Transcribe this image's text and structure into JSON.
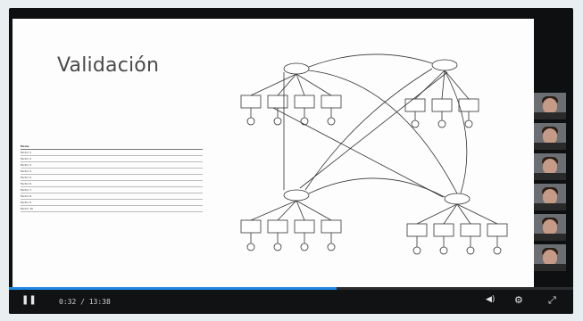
{
  "slide": {
    "title": "Validación",
    "table": {
      "header": [
        "Ítems",
        "",
        "",
        "",
        "",
        ""
      ],
      "rows": [
        [
          "Factor 1",
          "",
          "",
          "",
          "",
          ""
        ],
        [
          "Factor 2",
          "",
          "",
          "",
          "",
          ""
        ],
        [
          "Factor 3",
          "",
          "",
          "",
          "",
          ""
        ],
        [
          "Factor 4",
          "",
          "",
          "",
          "",
          ""
        ],
        [
          "Factor 5",
          "",
          "",
          "",
          "",
          ""
        ],
        [
          "Factor 6",
          "",
          "",
          "",
          "",
          ""
        ],
        [
          "Factor 7",
          "",
          "",
          "",
          "",
          ""
        ],
        [
          "Factor 8",
          "",
          "",
          "",
          "",
          ""
        ],
        [
          "Factor 9",
          "",
          "",
          "",
          "",
          ""
        ],
        [
          "Factor 10",
          "",
          "",
          "",
          "",
          ""
        ]
      ]
    }
  },
  "player": {
    "time_display": "0:32 / 13:38",
    "progress_fraction": 0.58,
    "icons": {
      "pause": "pause-icon",
      "volume": "volume-icon",
      "settings": "gear-icon",
      "fullscreen": "fullscreen-icon"
    }
  },
  "participants": [
    {
      "name": ""
    },
    {
      "name": ""
    },
    {
      "name": ""
    },
    {
      "name": ""
    },
    {
      "name": ""
    },
    {
      "name": ""
    }
  ]
}
